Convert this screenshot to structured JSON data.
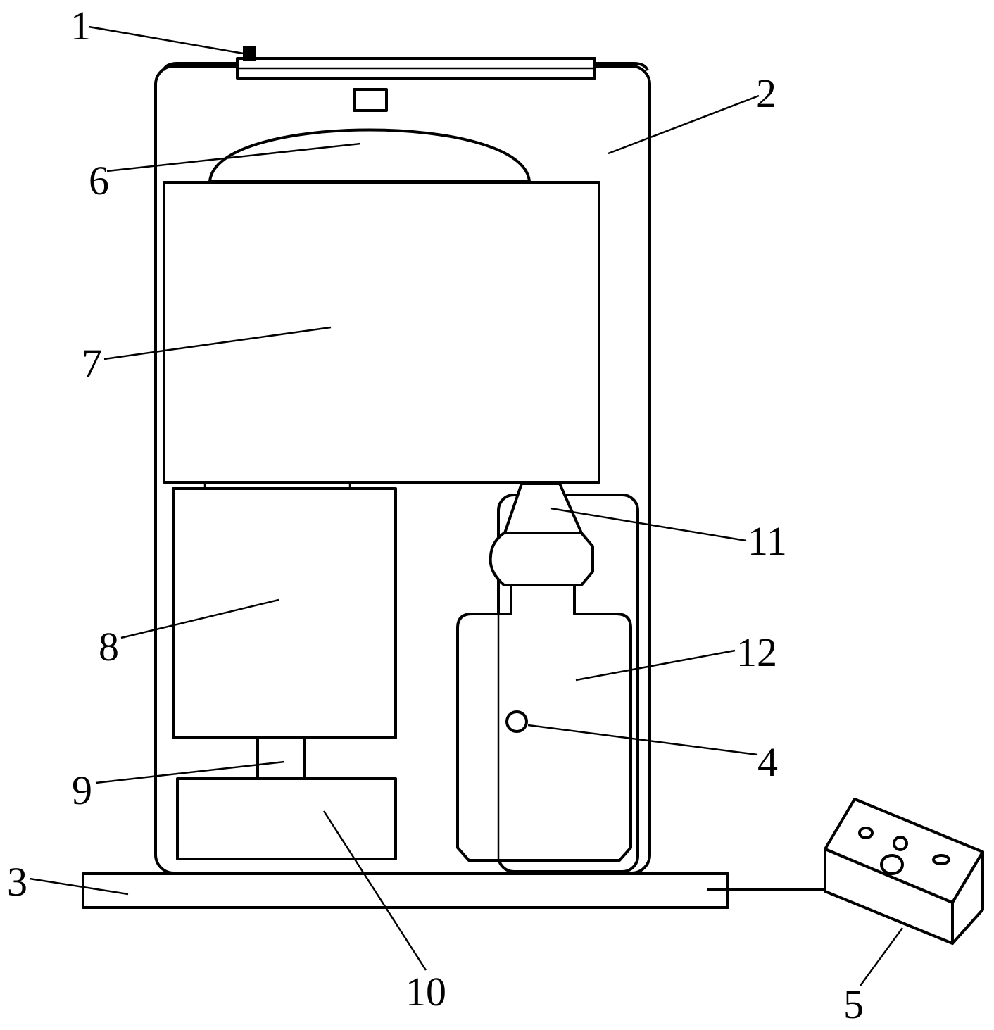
{
  "labels": {
    "l1": "1",
    "l2": "2",
    "l3": "3",
    "l4": "4",
    "l5": "5",
    "l6": "6",
    "l7": "7",
    "l8": "8",
    "l9": "9",
    "l10": "10",
    "l11": "11",
    "l12": "12"
  },
  "colors": {
    "line": "#000000",
    "background": "#ffffff"
  }
}
